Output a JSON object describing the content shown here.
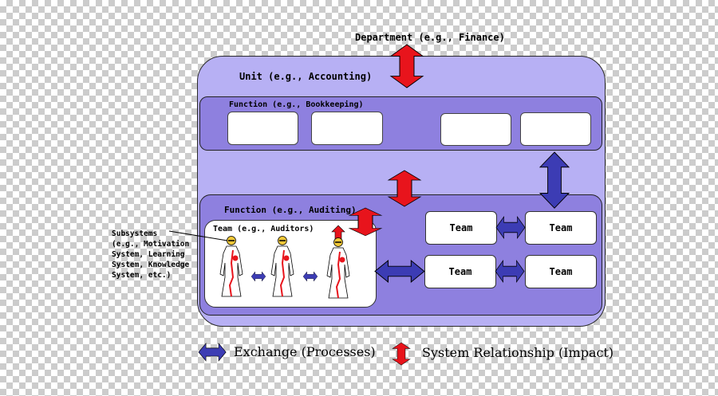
{
  "department_label": "Department (e.g., Finance)",
  "unit_label": "Unit (e.g., Accounting)",
  "function1_label": "Function (e.g., Bookkeeping)",
  "function2_label": "Function (e.g., Auditing)",
  "team_auditors_label": "Team (e.g., Auditors)",
  "teams": [
    "Team",
    "Team",
    "Team",
    "Team"
  ],
  "subsystems_label": [
    "Subsystems",
    "(e.g., Motivation",
    "System, Learning",
    "System, Knowledge",
    "System, etc.)"
  ],
  "legend": {
    "exchange": "Exchange (Processes)",
    "relationship": "System Relationship (Impact)"
  },
  "colors": {
    "unit_fill": "#b7b0f4",
    "function_fill": "#8e80df",
    "exchange_arrow": "#3c3cb4",
    "relationship_arrow": "#e8141c"
  },
  "icons": {
    "exchange": "blue-double-arrow-icon",
    "relationship": "red-double-arrow-icon",
    "person": "person-figure-icon"
  }
}
